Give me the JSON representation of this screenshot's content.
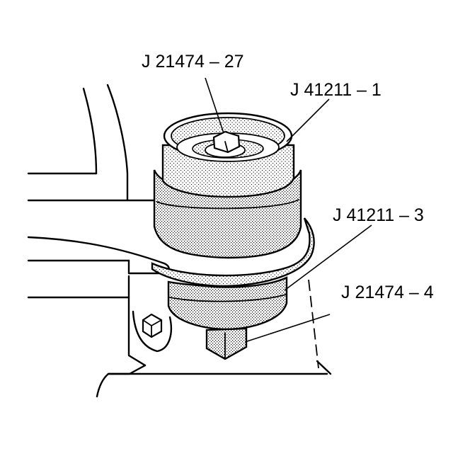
{
  "callouts": {
    "pilot_bolt": "J 21474 – 27",
    "receiver_cup": "J 41211 – 1",
    "installer": "J 41211 – 3",
    "bolt_head": "J 21474 – 4"
  },
  "colors": {
    "line": "#000000",
    "stipple": "#000000",
    "background": "#ffffff"
  }
}
